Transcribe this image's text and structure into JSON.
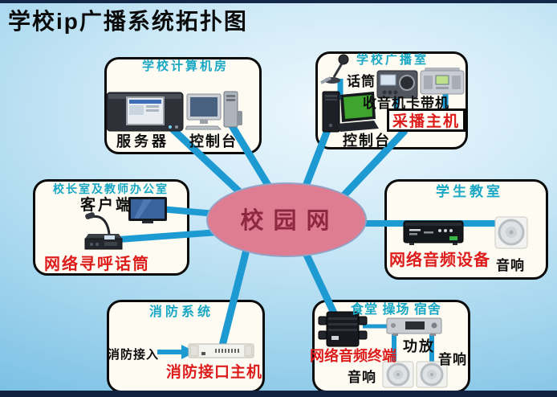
{
  "page_title": "学校ip广播系统拓扑图",
  "center_node": {
    "label": "校园网"
  },
  "nodes": {
    "computer_room": {
      "title": "学校计算机房",
      "server": "服务器",
      "console": "控制台"
    },
    "broadcast_room": {
      "title": "学校广播室",
      "mic": "话筒",
      "radio_cassette": "收音机卡带机",
      "capture_host": "采播主机",
      "console": "控制台"
    },
    "principal_office": {
      "title": "校长室及教师办公室",
      "client": "客户端",
      "paging_mic": "网络寻呼话筒"
    },
    "classroom": {
      "title": "学生教室",
      "audio_device": "网络音频设备",
      "speaker": "音响"
    },
    "fire_system": {
      "title": "消防系统",
      "access": "消防接入",
      "interface_host": "消防接口主机"
    },
    "public_areas": {
      "title": "食堂 操场 宿舍",
      "audio_terminal": "网络音频终端",
      "amplifier": "功放",
      "speaker_left": "音响",
      "speaker_right": "音响"
    }
  },
  "colors": {
    "link_blue": "#1e9ad2",
    "node_title_cyan": "#18a7c4",
    "highlight_red": "#dd1c1c",
    "hub_fill_pink": "#de7d92",
    "hub_text_dark_red": "#8e2840",
    "background_blue": "#8ecbe9",
    "frame_bar_navy": "#142849"
  }
}
